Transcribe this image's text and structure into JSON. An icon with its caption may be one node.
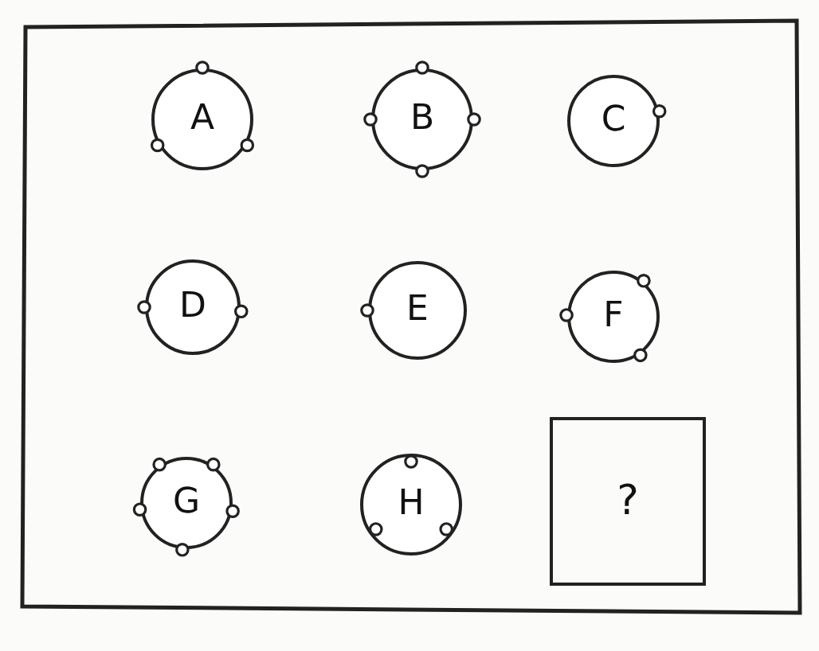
{
  "diagram": {
    "nodes": [
      {
        "text": [
          "A"
        ]
      },
      {
        "text": [
          "B"
        ]
      },
      {
        "text": [
          "C"
        ]
      },
      {
        "text": [
          "D"
        ]
      },
      {
        "text": [
          "E"
        ]
      },
      {
        "text": [
          "F"
        ]
      },
      {
        "text": [
          "G"
        ]
      },
      {
        "text": [
          "H"
        ]
      },
      {
        "text": [
          "?"
        ]
      }
    ]
  }
}
